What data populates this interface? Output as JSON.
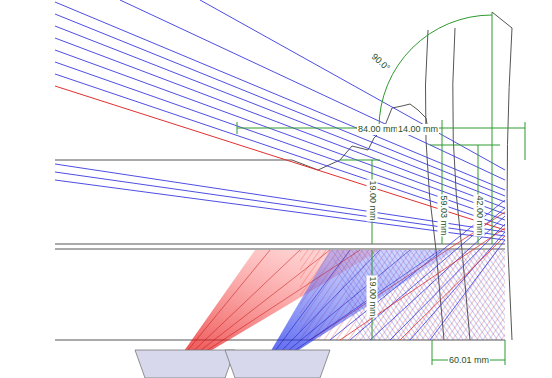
{
  "diagram": {
    "labels": [
      "90.0°",
      "84.00 mm",
      "14.00 mm",
      "19.00 mm",
      "59.03 mm",
      "42.00 mm",
      "19.00 mm",
      "60.01 mm"
    ]
  }
}
